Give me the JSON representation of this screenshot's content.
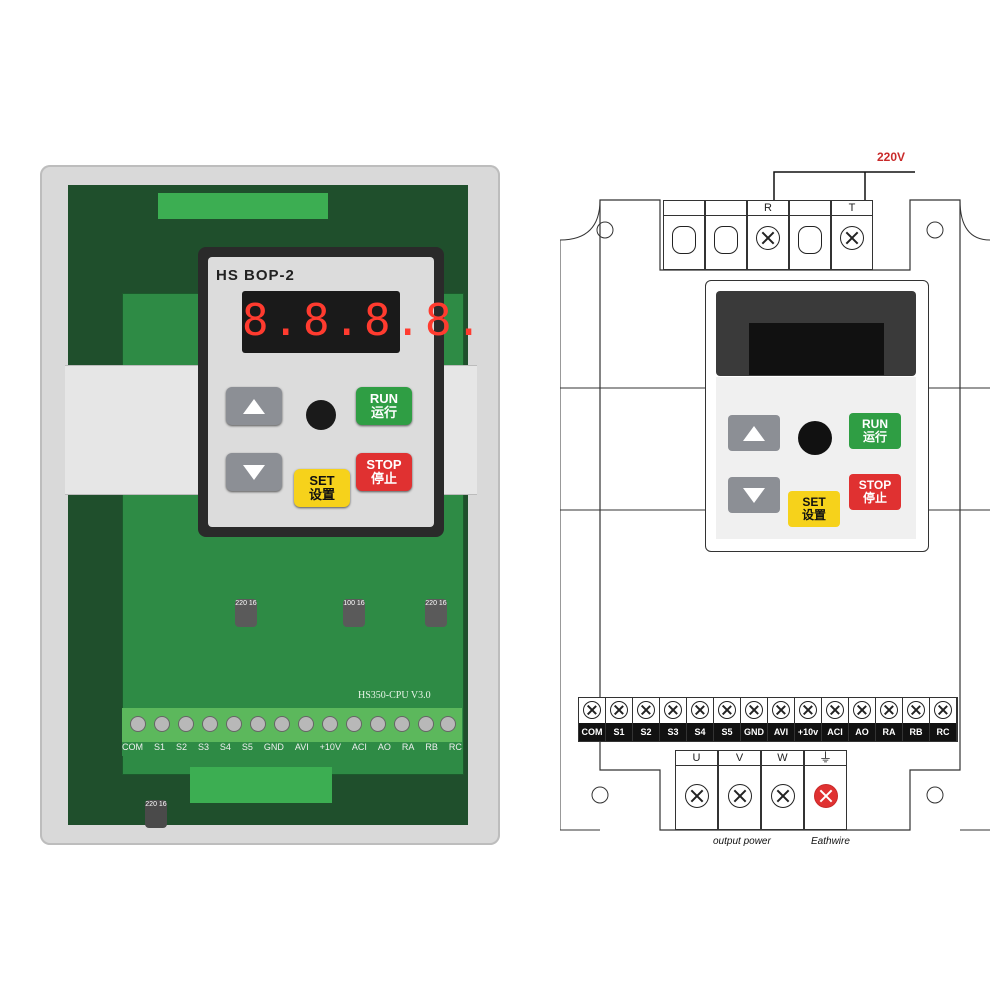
{
  "colors": {
    "run": "#2f9e44",
    "stop": "#e03131",
    "set": "#f6d21b",
    "arrow": "#8c8f95",
    "display_red": "#ff3b2f",
    "pcb_green": "#2e8b45",
    "voltage_red": "#c92a2a",
    "earth": "#e03131"
  },
  "photo": {
    "keypad": {
      "model": "HS BOP-2",
      "display": "8.8.8.8.",
      "run": "RUN",
      "run_cn": "运行",
      "stop": "STOP",
      "stop_cn": "停止",
      "set": "SET",
      "set_cn": "设置",
      "up_icon": "triangle-up-icon",
      "down_icon": "triangle-down-icon"
    },
    "board_mark": "HS350-CPU V3.0",
    "terminal_labels": [
      "COM",
      "S1",
      "S2",
      "S3",
      "S4",
      "S5",
      "GND",
      "AVI",
      "+10V",
      "ACI",
      "AO",
      "RA",
      "RB",
      "RC"
    ],
    "capacitors": [
      "220 16",
      "100 16",
      "220 16",
      "220 16"
    ]
  },
  "diagram": {
    "voltage": "220V",
    "input_terminals": [
      "",
      "",
      "R",
      "",
      "T"
    ],
    "keypad": {
      "run": "RUN",
      "run_cn": "运行",
      "stop": "STOP",
      "stop_cn": "停止",
      "set": "SET",
      "set_cn": "设置"
    },
    "control_terminals": [
      "COM",
      "S1",
      "S2",
      "S3",
      "S4",
      "S5",
      "GND",
      "AVI",
      "+10v",
      "ACI",
      "AO",
      "RA",
      "RB",
      "RC"
    ],
    "output_terminals": [
      "U",
      "V",
      "W"
    ],
    "earth_icon": "ground-symbol-icon",
    "output_caption": "output power",
    "earth_caption": "Eathwire"
  }
}
